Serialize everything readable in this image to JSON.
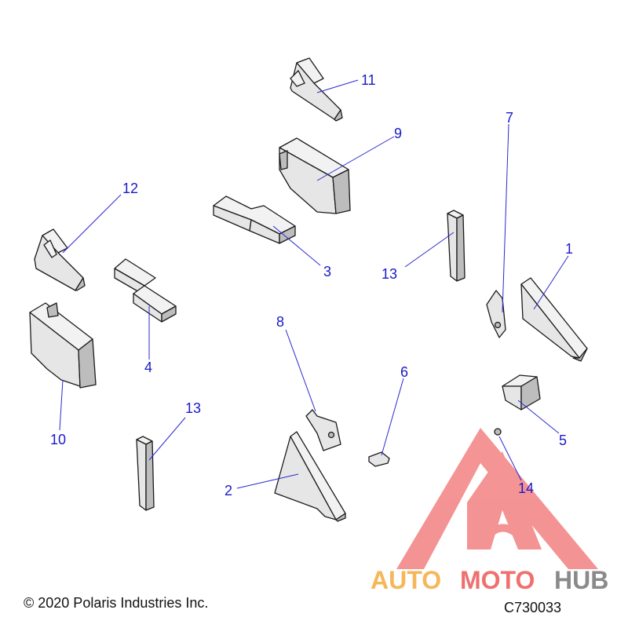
{
  "callouts": {
    "c1": "1",
    "c2": "2",
    "c3": "3",
    "c4": "4",
    "c5": "5",
    "c6": "6",
    "c7": "7",
    "c8": "8",
    "c9": "9",
    "c10": "10",
    "c11": "11",
    "c12": "12",
    "c13a": "13",
    "c13b": "13",
    "c14": "14"
  },
  "watermark": {
    "part1": "AUTO",
    "part2": "MOTO",
    "part3": "HUB"
  },
  "footer": {
    "copyright": "© 2020 Polaris Industries Inc.",
    "figure_id": "C730033"
  },
  "colors": {
    "callout": "#1a1ac8",
    "watermark_red": "#f07070",
    "watermark_orange": "#f5b75a",
    "watermark_gray": "#8a8a8a"
  }
}
